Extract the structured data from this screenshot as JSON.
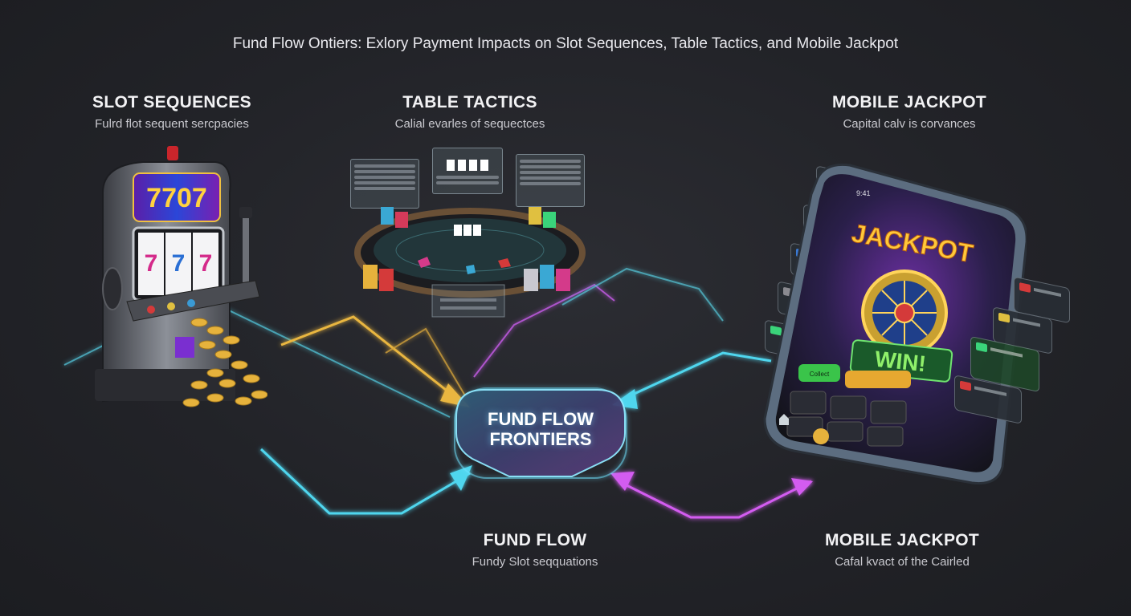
{
  "title": "Fund Flow Ontiers: Exlory Payment Impacts on Slot Sequences, Table Tactics, and Mobile Jackpot",
  "sections": {
    "slot": {
      "heading": "SLOT SEQUENCES",
      "subtitle": "Fulrd flot sequent sercpacies"
    },
    "table": {
      "heading": "TABLE TACTICS",
      "subtitle": "Calial evarles of sequectces"
    },
    "mobile": {
      "heading": "MOBILE JACKPOT",
      "subtitle": "Capital calv is corvances"
    },
    "fund_flow": {
      "heading": "FUND FLOW",
      "subtitle": "Fundy Slot seqquations"
    },
    "mobile_bottom": {
      "heading": "MOBILE JACKPOT",
      "subtitle": "Cafal kvact of the Cairled"
    }
  },
  "hub": {
    "line1": "FUND FLOW",
    "line2": "FRONTIERS"
  },
  "slot_machine": {
    "marquee": "7707",
    "reels": [
      "7",
      "7",
      "7"
    ]
  },
  "phone": {
    "time": "9:41",
    "jackpot_label": "JACKPOT",
    "win_label": "WIN!",
    "collect_label": "Collect"
  },
  "colors": {
    "cyan": "#4fd6ee",
    "gold": "#e9b640",
    "magenta": "#d35bf0",
    "teal_line": "#58b9c9"
  },
  "icons": [
    "slot-machine-icon",
    "poker-table-icon",
    "smartphone-icon",
    "home-icon",
    "wheel-icon"
  ]
}
